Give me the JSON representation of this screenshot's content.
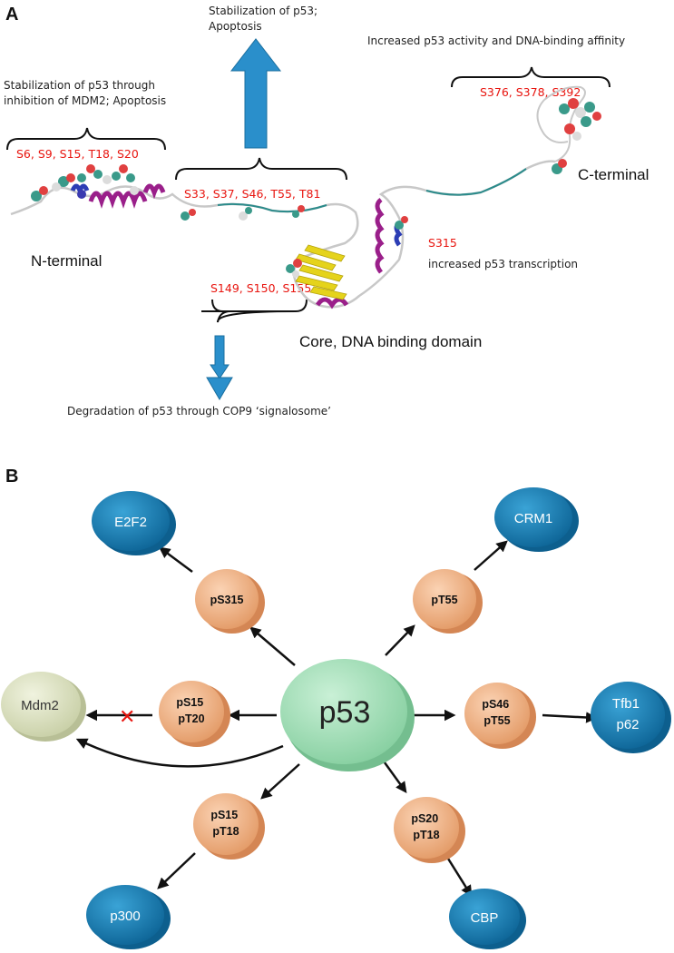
{
  "panel_a": {
    "letter": "A",
    "upper_note": [
      "Stabilization of p53;",
      "Apoptosis"
    ],
    "left_note": [
      "Stabilization of p53 through",
      "inhibition of MDM2; Apoptosis"
    ],
    "right_note": "Increased p53 activity and DNA-binding affinity",
    "sites_n": "S6, S9, S15, T18, S20",
    "sites_mid": "S33, S37, S46, T55, T81",
    "sites_c": "S376, S378, S392",
    "sites_core": "S149, S150, S155",
    "site_315": "S315",
    "note_315": "increased p53 transcription",
    "lower_note": "Degradation of p53 through COP9 ‘signalosome’",
    "n_terminal": "N-terminal",
    "c_terminal": "C-terminal",
    "core": "Core, DNA binding domain"
  },
  "panel_b": {
    "letter": "B",
    "center": "p53",
    "targets": {
      "e2f2": "E2F2",
      "crm1": "CRM1",
      "mdm2": "Mdm2",
      "tfb1": [
        "Tfb1",
        "p62"
      ],
      "p300": "p300",
      "cbp": "CBP"
    },
    "mods": {
      "ps315": [
        "pS315"
      ],
      "pt55": [
        "pT55"
      ],
      "ps15_pt20": [
        "pS15",
        "pT20"
      ],
      "ps46_pt55": [
        "pS46",
        "pT55"
      ],
      "ps15_pt18": [
        "pS15",
        "pT18"
      ],
      "ps20_pt18": [
        "pS20",
        "pT18"
      ]
    },
    "inhibit_mark": "✕"
  },
  "colors": {
    "site_red": "#e8150f",
    "arrow_blue": "#2a8fcb",
    "target_blue": "#1a78ad",
    "mod_orange": "#f1b486",
    "p53_green": "#a8e2bd",
    "mdm2_cream": "#dfe4c6",
    "helix_purple": "#9a1f8a",
    "helix_blue": "#2c3db5",
    "sheet_yellow": "#e5d31b"
  }
}
